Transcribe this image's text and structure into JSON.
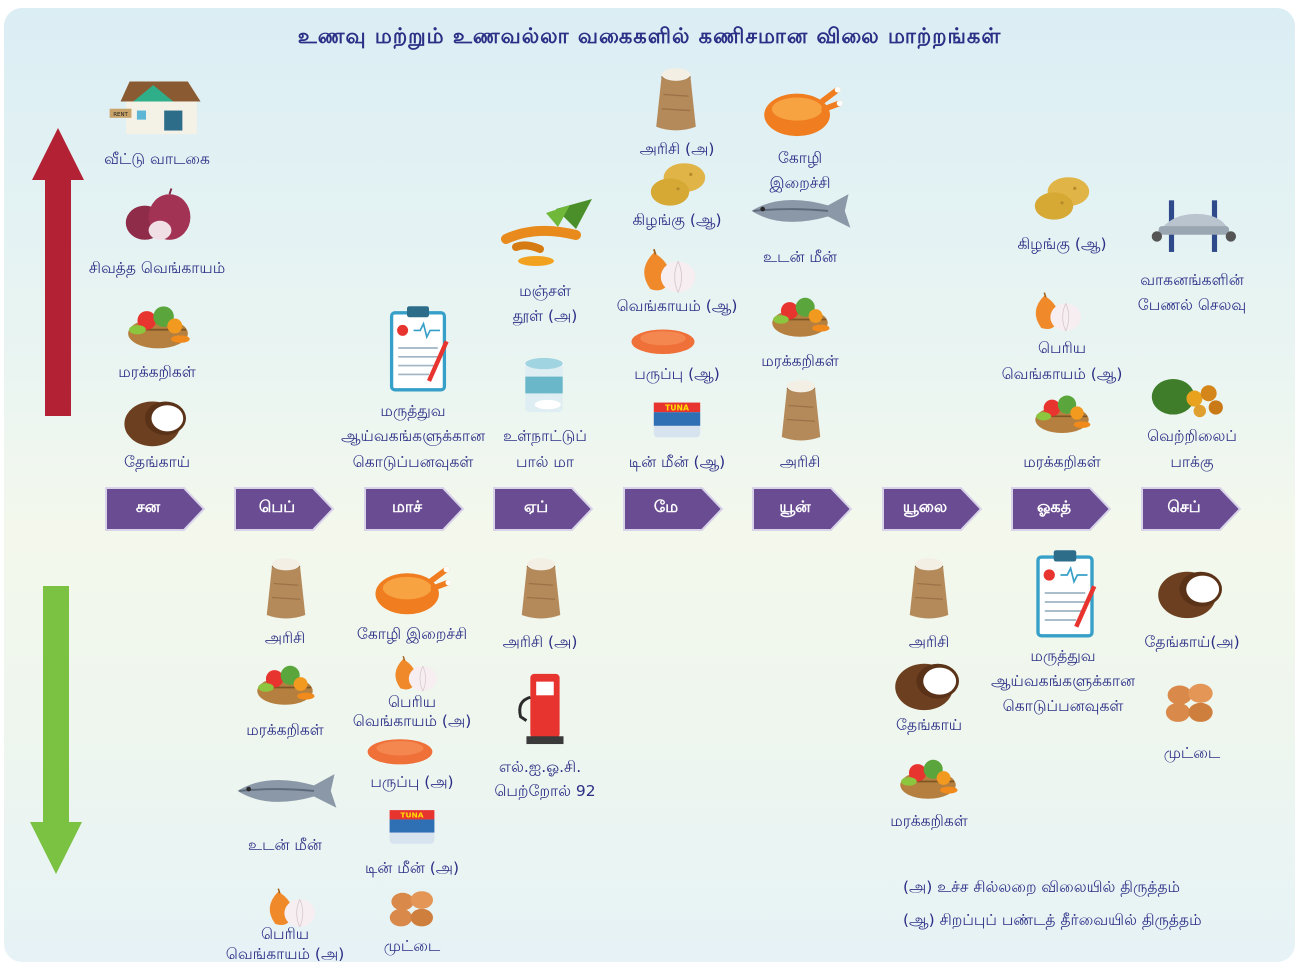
{
  "title": "உணவு மற்றும் உணவல்லா வகைகளில் கணிசமான விலை மாற்றங்கள்",
  "months": [
    "சன",
    "பெப்",
    "மாச்",
    "ஏப்",
    "மே",
    "யூன்",
    "யூலை",
    "ஓகத்",
    "செப்"
  ],
  "up_items": {
    "rent": "வீட்டு வாடகை",
    "red_onion": "சிவத்த வெங்காயம்",
    "veg_jan": "மரக்கறிகள்",
    "coconut_jan": "தேங்காய்",
    "medical_mar_1": "மருத்துவ",
    "medical_mar_2": "ஆய்வகங்களுக்கான",
    "medical_mar_3": "கொடுப்பனவுகள்",
    "turmeric_1": "மஞ்சள்",
    "turmeric_2": "தூள் (அ)",
    "milk_1": "உள்நாட்டுப்",
    "milk_2": "பால் மா",
    "rice_may": "அரிசி (அ)",
    "potato_may": "கிழங்கு (ஆ)",
    "onion_may": "வெங்காயம் (ஆ)",
    "dhal_may": "பருப்பு (ஆ)",
    "tin_fish_may": "டின் மீன் (ஆ)",
    "chicken_jun_1": "கோழி",
    "chicken_jun_2": "இறைச்சி",
    "fish_jun": "உடன் மீன்",
    "veg_jun": "மரக்கறிகள்",
    "rice_jun": "அரிசி",
    "potato_aug": "கிழங்கு (ஆ)",
    "big_onion_aug_1": "பெரிய",
    "big_onion_aug_2": "வெங்காயம் (ஆ)",
    "veg_aug": "மரக்கறிகள்",
    "vehicle_1": "வாகனங்களின்",
    "vehicle_2": "பேணல் செலவு",
    "betel_1": "வெற்றிலைப்",
    "betel_2": "பாக்கு"
  },
  "down_items": {
    "rice_feb": "அரிசி",
    "veg_feb": "மரக்கறிகள்",
    "fish_feb": "உடன் மீன்",
    "big_onion_feb_1": "பெரிய",
    "big_onion_feb_2": "வெங்காயம் (அ)",
    "chicken_mar": "கோழி இறைச்சி",
    "big_onion_mar_1": "பெரிய",
    "big_onion_mar_2": "வெங்காயம் (அ)",
    "dhal_mar": "பருப்பு (அ)",
    "tin_fish_mar": "டின் மீன் (அ)",
    "egg_mar": "முட்டை",
    "rice_apr": "அரிசி (அ)",
    "petrol_1": "எல்.ஐ.ஓ.சி.",
    "petrol_2": "பெற்றோல் 92",
    "rice_jul": "அரிசி",
    "coconut_jul": "தேங்காய்",
    "veg_jul": "மரக்கறிகள்",
    "medical_aug_1": "மருத்துவ",
    "medical_aug_2": "ஆய்வகங்களுக்கான",
    "medical_aug_3": "கொடுப்பனவுகள்",
    "coconut_sep": "தேங்காய்(அ)",
    "egg_sep": "முட்டை"
  },
  "legend": {
    "a": "(அ) உச்ச சில்லறை விலையில் திருத்தம்",
    "aa": "(ஆ) சிறப்புப் பண்டத் தீர்வையில் திருத்தம்"
  },
  "colors": {
    "up_arrow": "#b22234",
    "down_arrow": "#7cc242",
    "month_arrow": "#6a4c93",
    "text": "#2c2f86"
  }
}
